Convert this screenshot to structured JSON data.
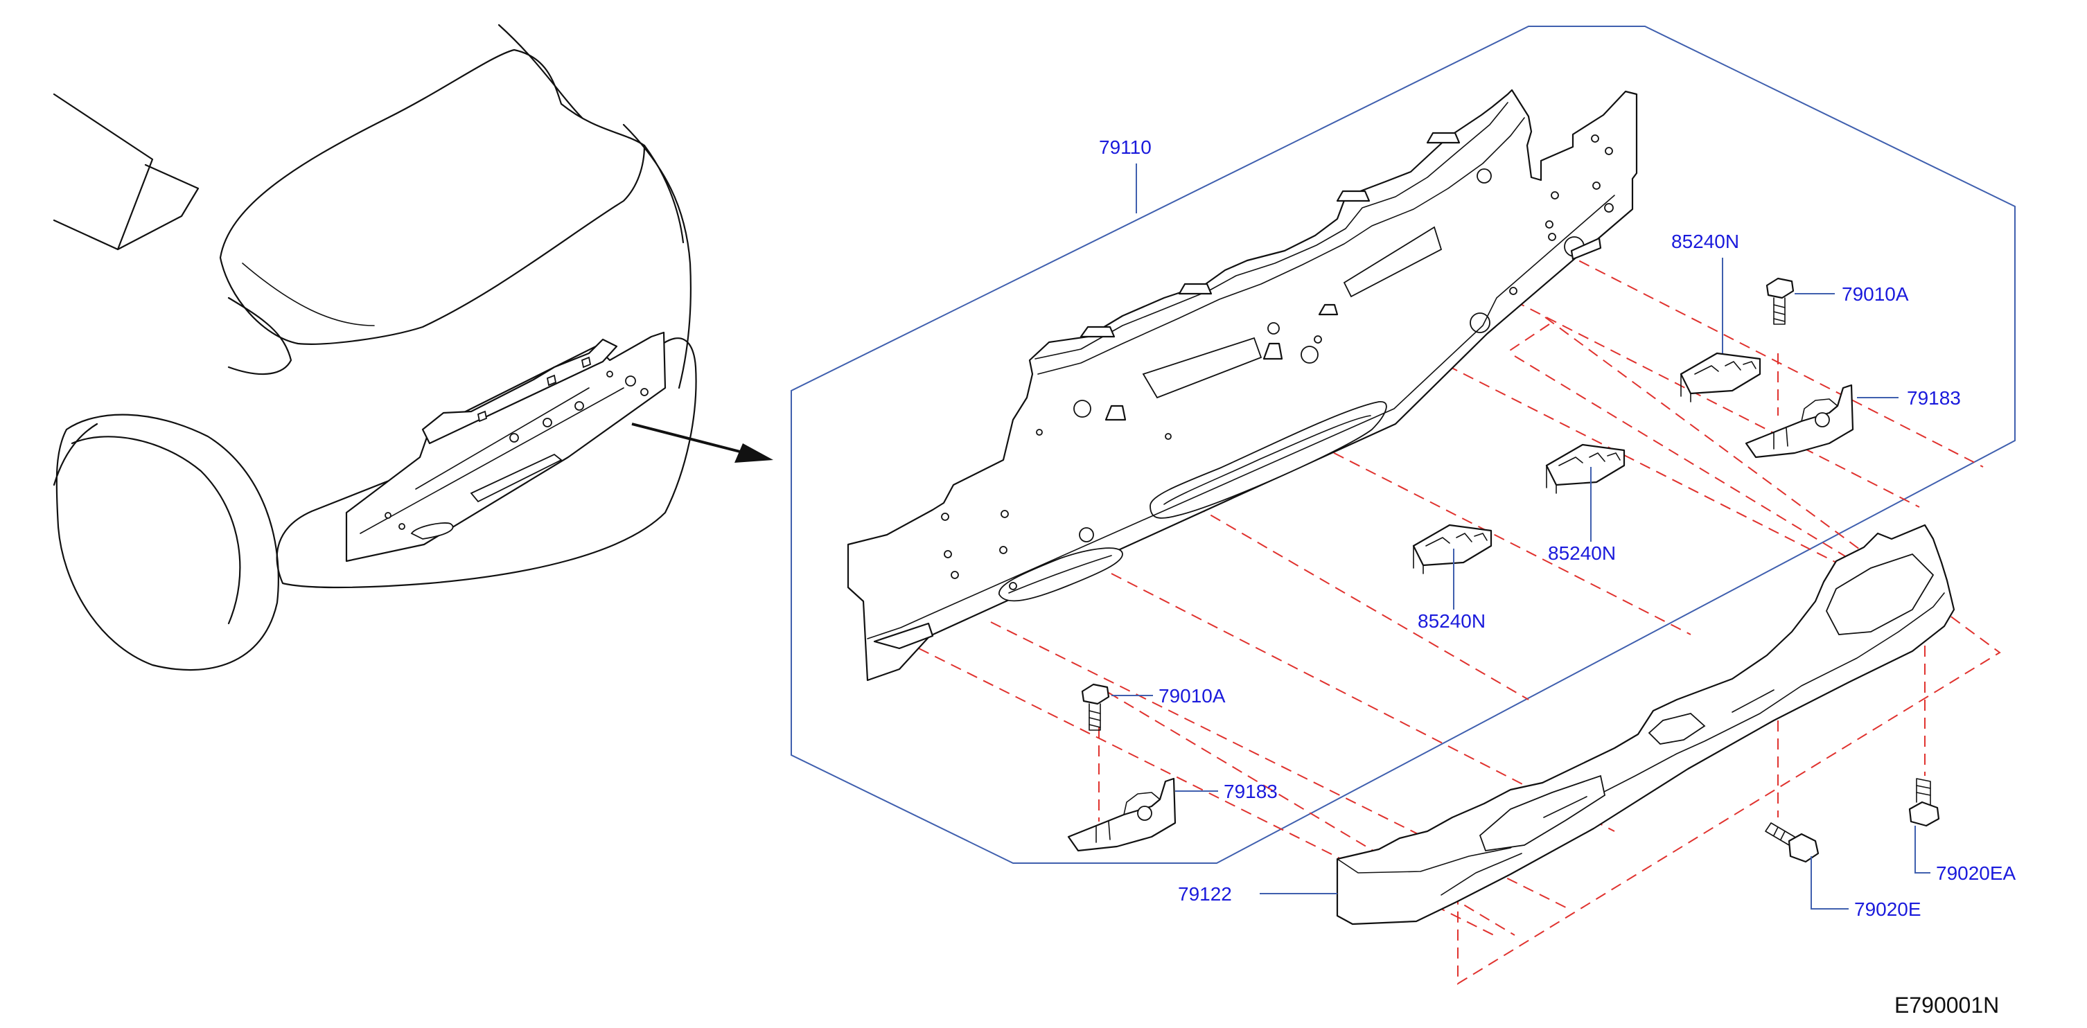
{
  "labels": {
    "panel": "79110",
    "bracket_top": "85240N",
    "bracket_mid": "85240N",
    "bracket_low": "85240N",
    "bolt_right": "79010A",
    "stay_right": "79183",
    "bolt_left": "79010A",
    "stay_left": "79183",
    "absorber": "79122",
    "clip_center": "79020E",
    "clip_right": "79020EA"
  },
  "diagram_code": "E790001N",
  "colors": {
    "callout_text": "#1a1adc",
    "callout_line": "#3f5fae",
    "assembly_line": "#e0322e",
    "outline": "#111111"
  }
}
